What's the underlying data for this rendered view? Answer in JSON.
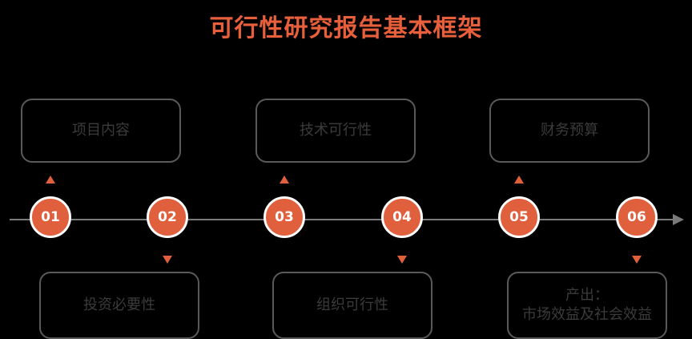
{
  "title": "可行性研究报告基本框架",
  "colors": {
    "accent": "#e0603d",
    "title": "#e85f3c",
    "line": "#7a7a7a",
    "box_border": "#5a5a5a",
    "box_text": "#3b3b3b",
    "background": "#000000"
  },
  "steps": [
    {
      "number": "01",
      "label": "项目内容"
    },
    {
      "number": "02",
      "label": "投资必要性"
    },
    {
      "number": "03",
      "label": "技术可行性"
    },
    {
      "number": "04",
      "label": "组织可行性"
    },
    {
      "number": "05",
      "label": "财务预算"
    },
    {
      "number": "06",
      "label_line1": "产出：",
      "label_line2": "市场效益及社会效益"
    }
  ]
}
